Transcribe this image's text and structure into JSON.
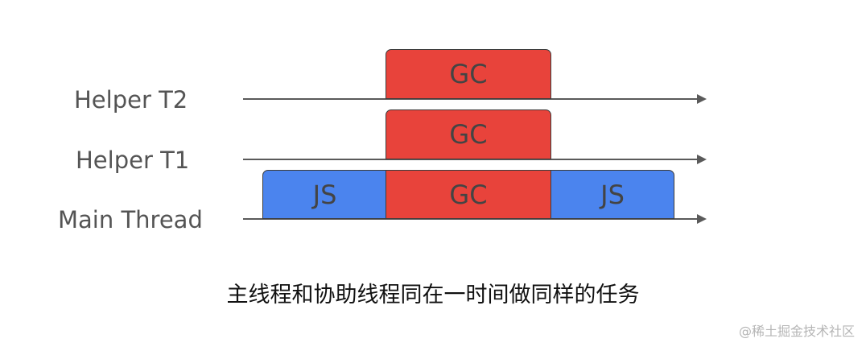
{
  "rows": {
    "helper_t2": {
      "label": "Helper T2",
      "tasks": [
        "GC"
      ]
    },
    "helper_t1": {
      "label": "Helper T1",
      "tasks": [
        "GC"
      ]
    },
    "main_thread": {
      "label": "Main Thread",
      "tasks": [
        "JS",
        "GC",
        "JS"
      ]
    }
  },
  "caption": "主线程和协助线程同在一时间做同样的任务",
  "watermark": "@稀土掘金技术社区",
  "colors": {
    "gc": "#e8433b",
    "js": "#4b84ee",
    "axis": "#5a5a5a"
  }
}
